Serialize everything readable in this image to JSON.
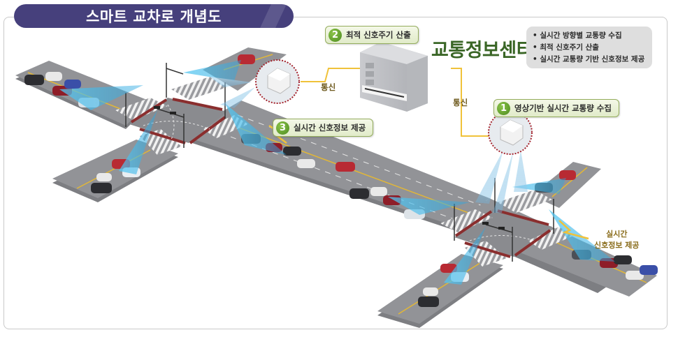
{
  "header": {
    "title": "스마트 교차로 개념도"
  },
  "center": {
    "title": "교통정보센터",
    "functions": [
      "실시간 방향별 교통량 수집",
      "최적 신호주기 산출",
      "실시간 교통량 기반 신호정보 제공"
    ]
  },
  "steps": [
    {
      "number": "1",
      "label": "영상기반 실시간 교통량 수집"
    },
    {
      "number": "2",
      "label": "최적 신호주기 산출"
    },
    {
      "number": "3",
      "label": "실시간 신호정보 제공"
    }
  ],
  "links": {
    "comm_left": "통신",
    "comm_right": "통신"
  },
  "realtime_label": {
    "line1": "실시간",
    "line2": "신호정보 제공"
  },
  "colors": {
    "title_bg": "#46407c",
    "accent_green": "#4b8a1e",
    "center_title": "#3a6626",
    "comm_line": "#f0c23a",
    "camera_beam": "#3fb8ec",
    "crosswalk_red": "#8a2e2e",
    "road": "#8e8f93"
  }
}
